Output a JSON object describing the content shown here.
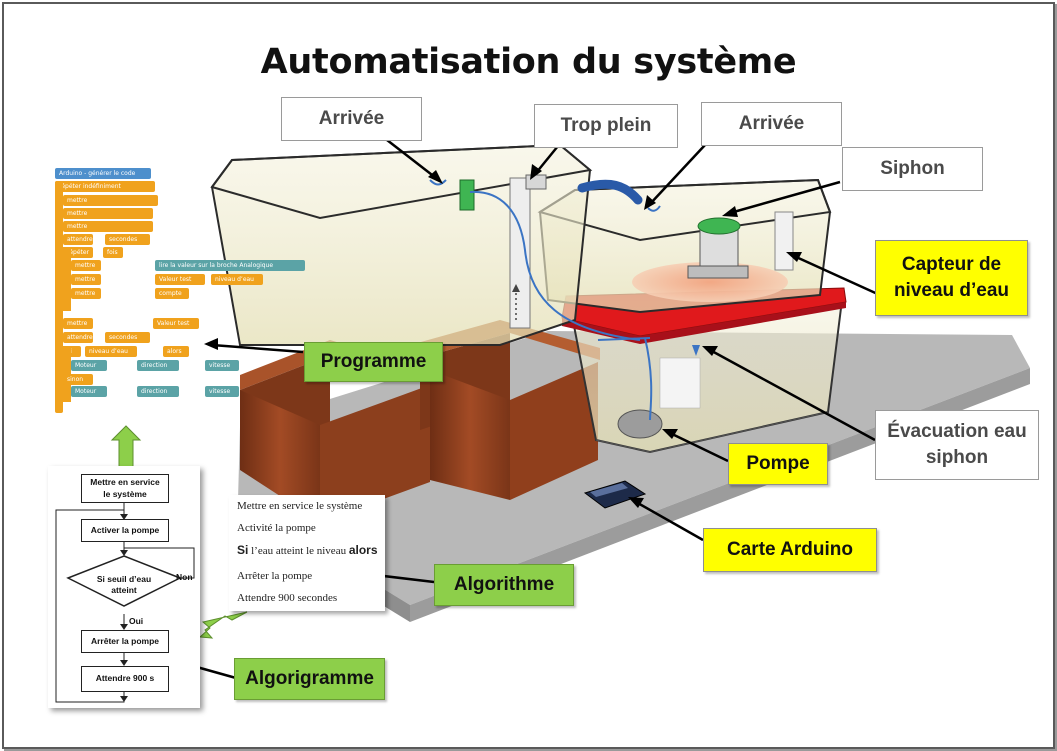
{
  "title": "Automatisation du système",
  "labels": {
    "arrivee_left": "Arrivée",
    "trop_plein": "Trop plein",
    "arrivee_right": "Arrivée",
    "siphon": "Siphon",
    "capteur_line1": "Capteur de",
    "capteur_line2": "niveau d’eau",
    "programme": "Programme",
    "evacuation_line1": "Évacuation eau",
    "evacuation_line2": "siphon",
    "pompe": "Pompe",
    "carte_arduino": "Carte Arduino",
    "algorithme": "Algorithme",
    "algorigramme": "Algorigramme"
  },
  "algorithm": {
    "line1": "Mettre en service le système",
    "line2": "Activité la pompe",
    "line3_si": "Si",
    "line3_mid": " l’eau atteint le niveau ",
    "line3_alors": "alors",
    "line4": "Arrêter la pompe",
    "line5": "Attendre 900 secondes"
  },
  "flowchart": {
    "start_line1": "Mettre en service",
    "start_line2": "le système",
    "activate": "Activer la pompe",
    "decision_line1": "Si seuil d’eau",
    "decision_line2": "atteint",
    "no": "Non",
    "yes": "Oui",
    "stop": "Arrêter la pompe",
    "wait": "Attendre 900 s"
  },
  "program": {
    "header": "Arduino - générer le code",
    "repeat_forever": "répéter indéfiniment",
    "set": "mettre",
    "wait_seconds": "attendre",
    "seconds": "secondes",
    "repeat": "répéter",
    "times": "fois",
    "read_analog": "lire la valeur sur la broche Analogique",
    "valeur_test": "Valeur test",
    "niveau_eau": "niveau d’eau",
    "compte": "compte",
    "si": "si",
    "alors": "alors",
    "sinon": "sinon",
    "moteur": "Moteur",
    "direction": "direction",
    "vitesse": "vitesse"
  },
  "colors": {
    "label_yellow": "#ffff00",
    "label_green": "#8dcf4a",
    "pipe_blue": "#2a5aa8",
    "lid_red": "#e0191c",
    "wood": "#8a3d1f"
  }
}
